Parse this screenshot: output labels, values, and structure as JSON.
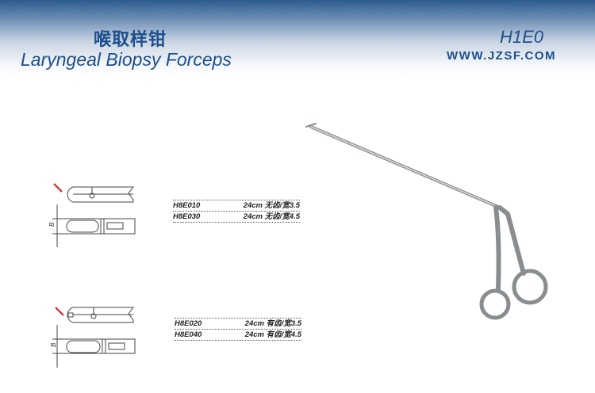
{
  "header": {
    "title_cn": "喉取样钳",
    "title_en": "Laryngeal Biopsy Forceps",
    "code": "H1E0",
    "url": "WWW.JZSF.COM"
  },
  "specs": [
    {
      "rows": [
        {
          "code": "H8E010",
          "desc": "24cm 无齿/宽3.5"
        },
        {
          "code": "H8E030",
          "desc": "24cm 无齿/宽4.5"
        }
      ]
    },
    {
      "rows": [
        {
          "code": "H8E020",
          "desc": "24cm 有齿/宽3.5"
        },
        {
          "code": "H8E040",
          "desc": "24cm 有齿/宽4.5"
        }
      ]
    }
  ],
  "diagram_label": "B",
  "colors": {
    "brand": "#1d4f8c",
    "arrow": "#d0202a"
  }
}
